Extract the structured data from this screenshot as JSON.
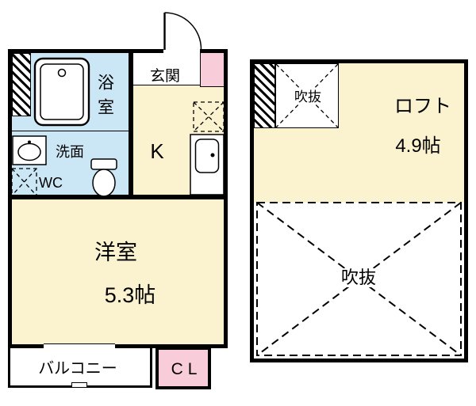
{
  "document": {
    "type": "japanese floor plan, two levels"
  },
  "colors": {
    "room_cream": "#FBF3CF",
    "wet_blue": "#CBE7F5",
    "accent_pink": "#F8CCD9",
    "wall_black": "#000000",
    "paper_white": "#FFFFFF"
  },
  "floor1": {
    "bath": {
      "label": "浴室"
    },
    "entrance": {
      "label": "玄関"
    },
    "washroom": {
      "label": "洗面"
    },
    "wc": {
      "label": "WC"
    },
    "kitchen": {
      "label": "K"
    },
    "main_room": {
      "label": "洋室",
      "size": "5.3帖"
    },
    "balcony": {
      "label": "バルコニー"
    },
    "closet": {
      "label": "CL"
    }
  },
  "floor2": {
    "loft": {
      "label": "ロフト",
      "size": "4.9帖"
    },
    "void_upper": {
      "label": "吹抜"
    },
    "void_lower": {
      "label": "吹抜"
    }
  },
  "icons": {
    "bathtub-icon": "rounded rectangle with inner outline and faucet circle",
    "sink-icon": "rectangle with oval basin and faucet dot",
    "toilet-icon": "tank rectangle with oval bowl",
    "kitchen-counter-icon": "counter with rounded sink and faucet dot",
    "door-swing-icon": "quarter-circle entrance door arc",
    "fridge-space-icon": "dashed box with X",
    "washer-space-icon": "dashed box with X",
    "ladder-hatch-icon": "diagonal stripe hatch block",
    "void-x-icon": "dashed diagonal cross"
  }
}
